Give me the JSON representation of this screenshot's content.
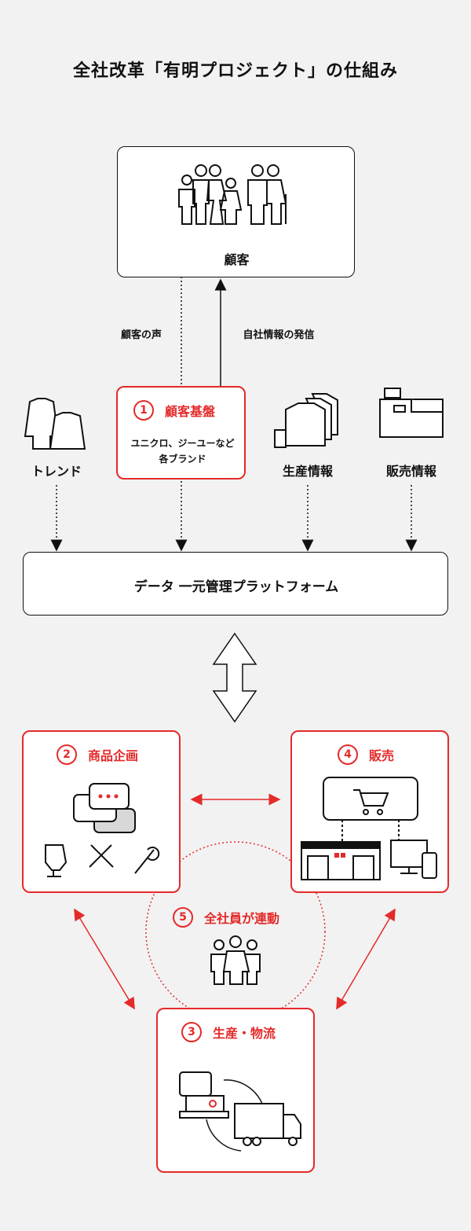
{
  "title": "全社改革「有明プロジェクト」の仕組み",
  "customer": {
    "label": "顧客"
  },
  "flows": {
    "voice": "顧客の声",
    "outbound": "自社情報の発信"
  },
  "customer_base": {
    "number": "1",
    "label": "顧客基盤",
    "sub1": "ユニクロ、ジーユーなど",
    "sub2": "各ブランド"
  },
  "sources": {
    "trend": "トレンド",
    "production_info": "生産情報",
    "sales_info": "販売情報"
  },
  "platform": {
    "label": "データ 一元管理プラットフォーム"
  },
  "modules": {
    "planning": {
      "number": "2",
      "label": "商品企画"
    },
    "sales": {
      "number": "4",
      "label": "販売"
    },
    "all_staff": {
      "number": "5",
      "label": "全社員が連動"
    },
    "production": {
      "number": "3",
      "label": "生産・物流"
    }
  },
  "colors": {
    "accent": "#e52a2a",
    "line": "#111111",
    "background": "#f2f2f2"
  }
}
